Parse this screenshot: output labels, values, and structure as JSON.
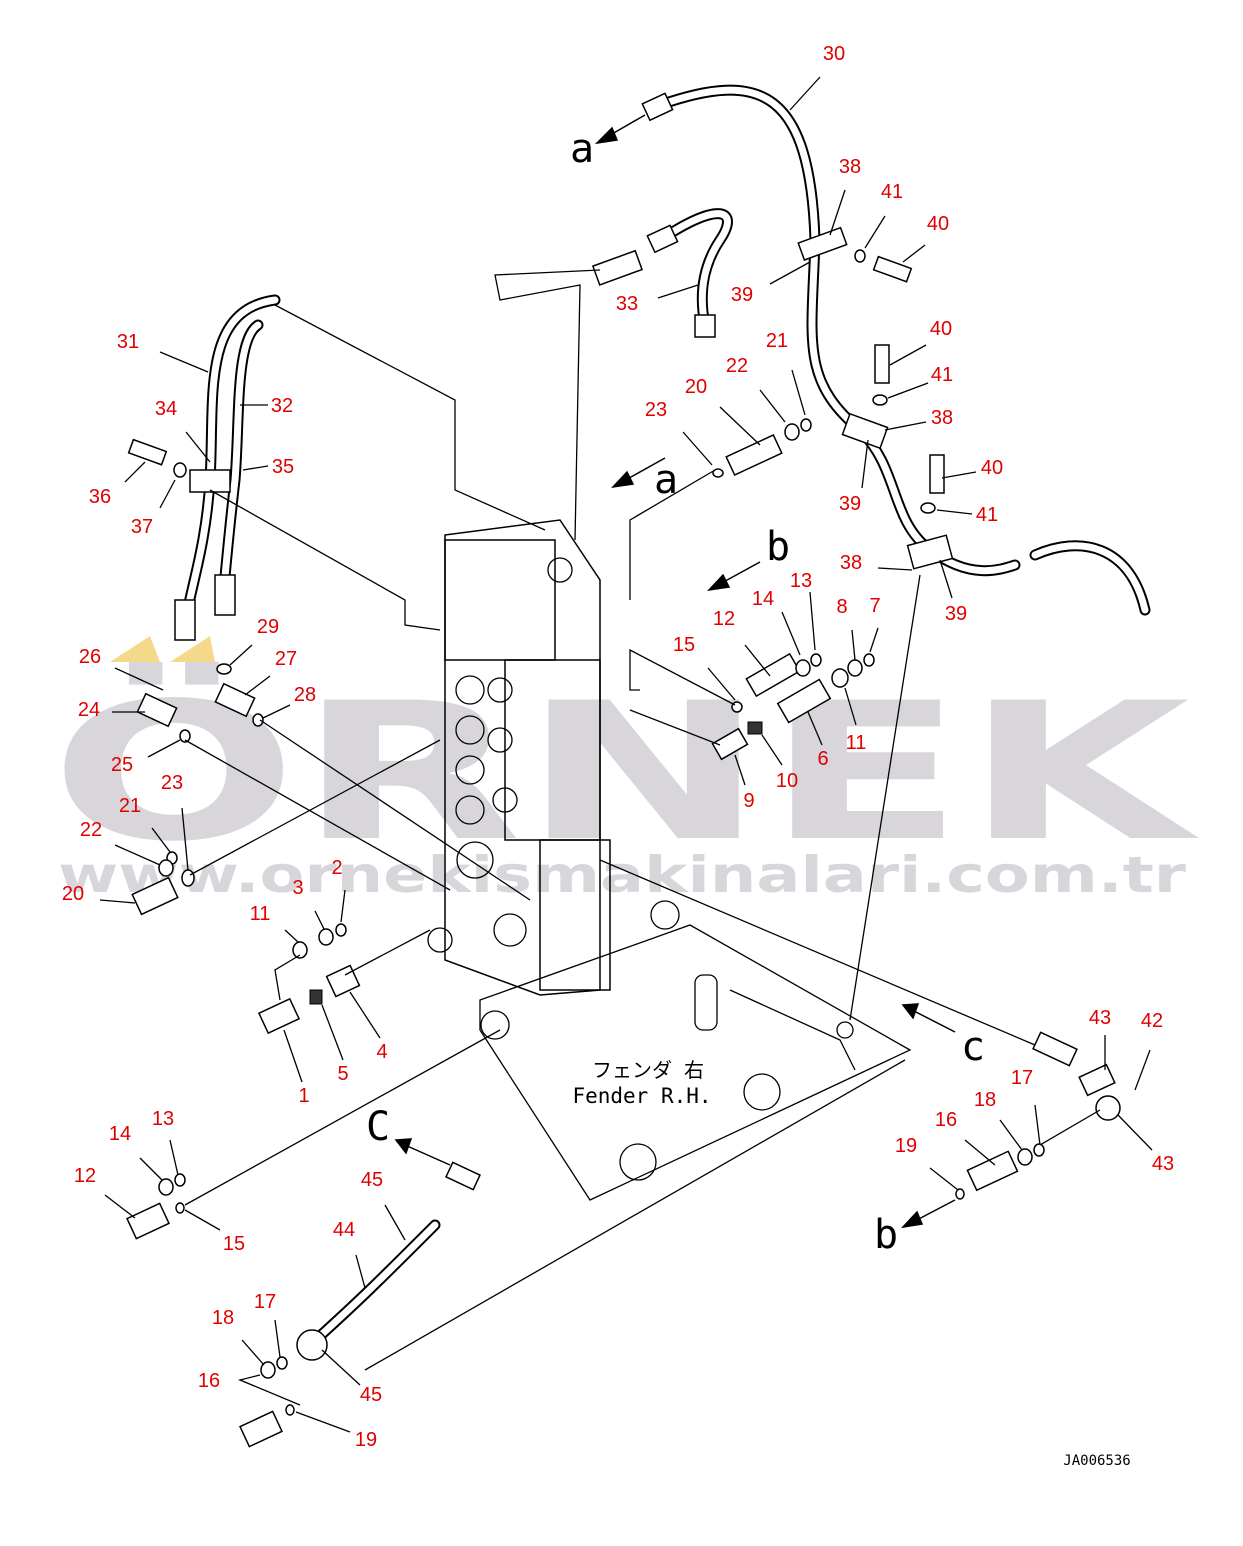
{
  "watermark": {
    "brand": "ÖRNEK",
    "url": "www.ornekismakinalari.com.tr"
  },
  "fender_label_jp": "フェンダ 右",
  "fender_label_en": "Fender R.H.",
  "drawing_number": "JA006536",
  "arrow_letters": [
    "a",
    "a",
    "b",
    "c",
    "C",
    "b"
  ],
  "callouts": [
    "30",
    "38",
    "41",
    "40",
    "33",
    "39",
    "31",
    "32",
    "34",
    "35",
    "36",
    "37",
    "40",
    "41",
    "21",
    "22",
    "20",
    "23",
    "38",
    "40",
    "39",
    "41",
    "38",
    "39",
    "13",
    "14",
    "8",
    "7",
    "12",
    "15",
    "29",
    "27",
    "26",
    "28",
    "24",
    "25",
    "23",
    "21",
    "22",
    "20",
    "11",
    "6",
    "10",
    "9",
    "2",
    "3",
    "11",
    "4",
    "5",
    "1",
    "43",
    "42",
    "17",
    "18",
    "16",
    "19",
    "43",
    "13",
    "14",
    "12",
    "15",
    "45",
    "44",
    "17",
    "18",
    "16",
    "45",
    "19"
  ],
  "colors": {
    "callout": "#e00000",
    "watermark": "#d9d6db",
    "watermark_accent": "#f5d98a"
  }
}
